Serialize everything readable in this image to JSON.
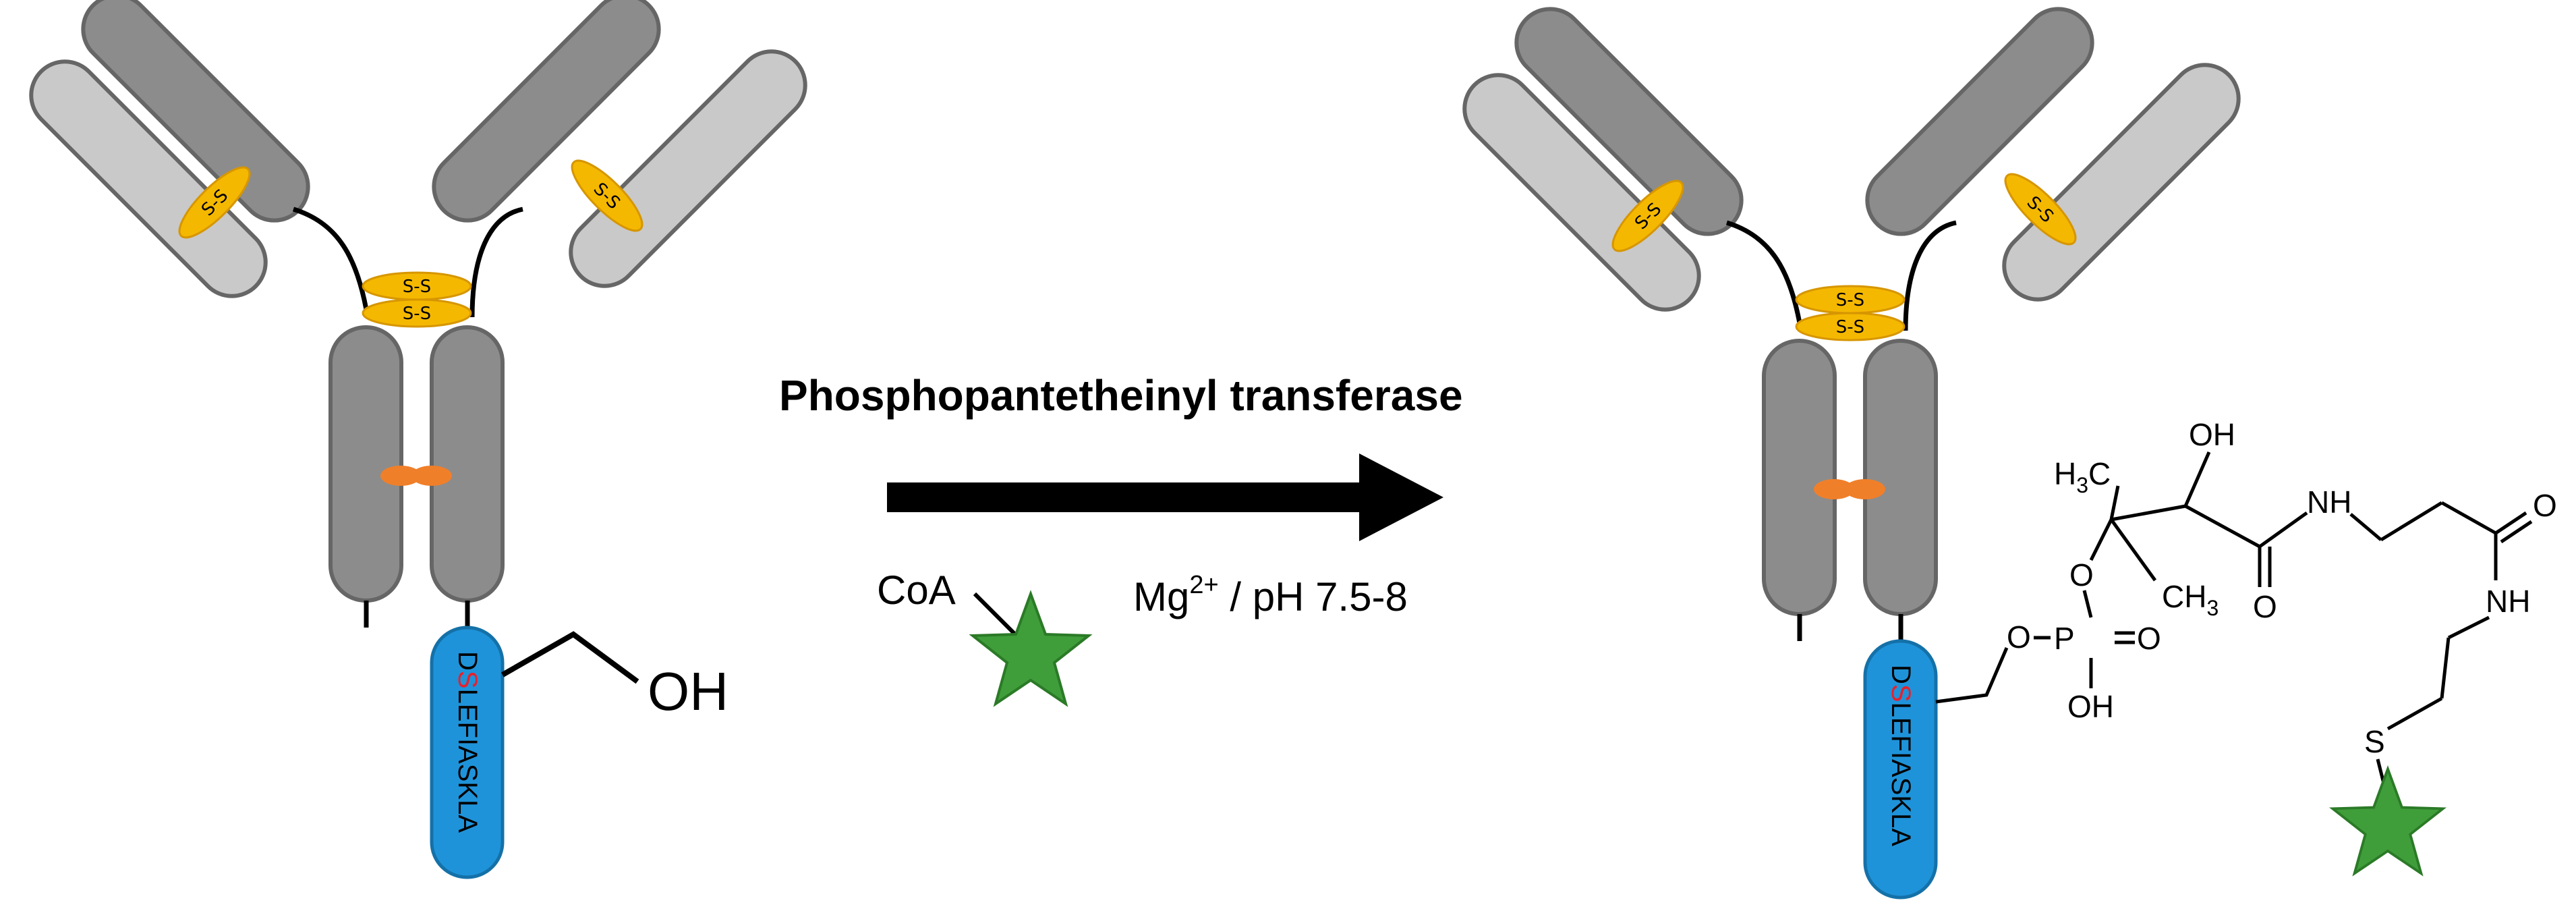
{
  "reaction": {
    "enzyme_label": "Phosphopantetheinyl transferase",
    "substrate_label": "CoA",
    "conditions_prefix": "Mg",
    "conditions_superscript": "2+",
    "conditions_suffix": " / pH 7.5-8"
  },
  "antibody": {
    "disulfide_label": "S-S",
    "tag_first_letter": "D",
    "tag_highlight_letter": "S",
    "tag_rest": "LEFIASKLA",
    "hydroxyl_label": "OH"
  },
  "linker_structure": {
    "h3c_H": "H",
    "h3c_sub": "3",
    "h3c_C": "C",
    "ch3_CH": "CH",
    "ch3_sub": "3",
    "oh_top": "OH",
    "oh_bottom": "OH",
    "o_labels": [
      "O",
      "O",
      "O",
      "O",
      "O"
    ],
    "p_label": "P",
    "nh_labels": [
      "NH",
      "NH"
    ],
    "s_label": "S"
  },
  "colors": {
    "heavy_chain": "#8c8c8c",
    "light_chain": "#c9c9c9",
    "disulfide": "#f5b800",
    "interface": "#f07f2a",
    "tag": "#1f93d9",
    "tag_highlight": "#e8202a",
    "payload_star": "#3f9e3a"
  },
  "icons": {
    "payload": "star-icon",
    "arrow": "arrow-right-icon"
  }
}
